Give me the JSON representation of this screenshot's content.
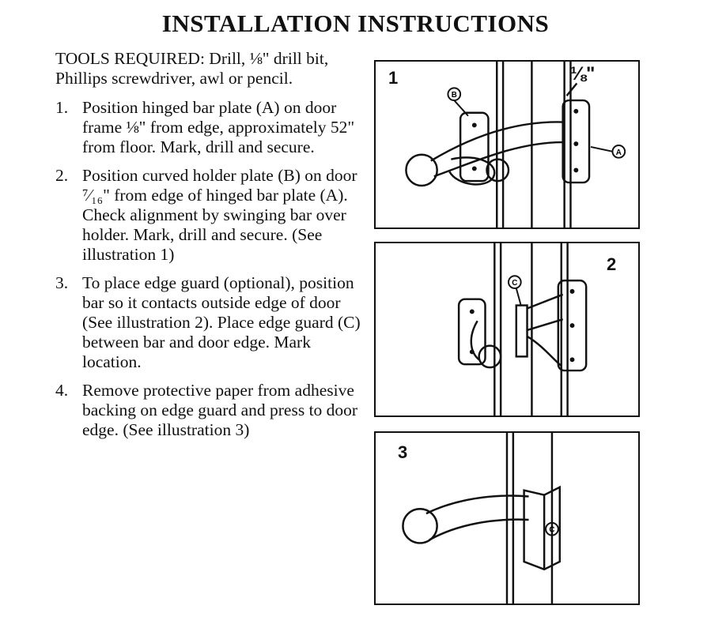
{
  "title": "INSTALLATION INSTRUCTIONS",
  "tools": "TOOLS REQUIRED: Drill, ⅛\" drill bit, Phillips screwdriver, awl or pencil.",
  "steps": [
    {
      "num": "1.",
      "text": "Position hinged bar plate (A) on door frame ⅛\" from edge, approximately 52\" from floor. Mark, drill and secure."
    },
    {
      "num": "2.",
      "text": "Position curved holder plate (B) on door ⁷⁄₁₆\" from edge of hinged bar plate (A). Check alignment by swinging bar over holder. Mark, drill and secure. (See illustration 1)"
    },
    {
      "num": "3.",
      "text": "To place edge guard (optional), position bar so it contacts outside edge of door (See illustration 2). Place edge guard (C) between bar and door edge. Mark location."
    },
    {
      "num": "4.",
      "text": "Remove protective paper from adhesive backing on edge guard and press to door edge. (See illustration 3)"
    }
  ],
  "figures": [
    {
      "number": "1",
      "dimension": "⅛\"",
      "callouts": [
        "B",
        "A"
      ]
    },
    {
      "number": "2",
      "callouts": [
        "C"
      ]
    },
    {
      "number": "3",
      "callouts": [
        "C"
      ]
    }
  ]
}
